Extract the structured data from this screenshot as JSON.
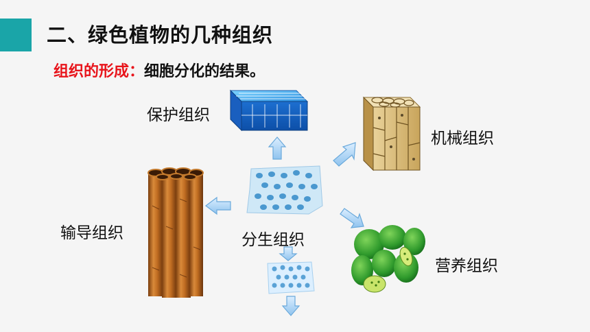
{
  "slide": {
    "title": "二、绿色植物的几种组织",
    "subtitle_label": "组织的形成：",
    "subtitle_text": "细胞分化的结果。"
  },
  "tissues": {
    "protective": "保护组织",
    "mechanical": "机械组织",
    "conducting": "输导组织",
    "meristem": "分生组织",
    "nutritive": "营养组织"
  },
  "colors": {
    "accent": "#1aa5a8",
    "highlight": "#e8141b"
  }
}
